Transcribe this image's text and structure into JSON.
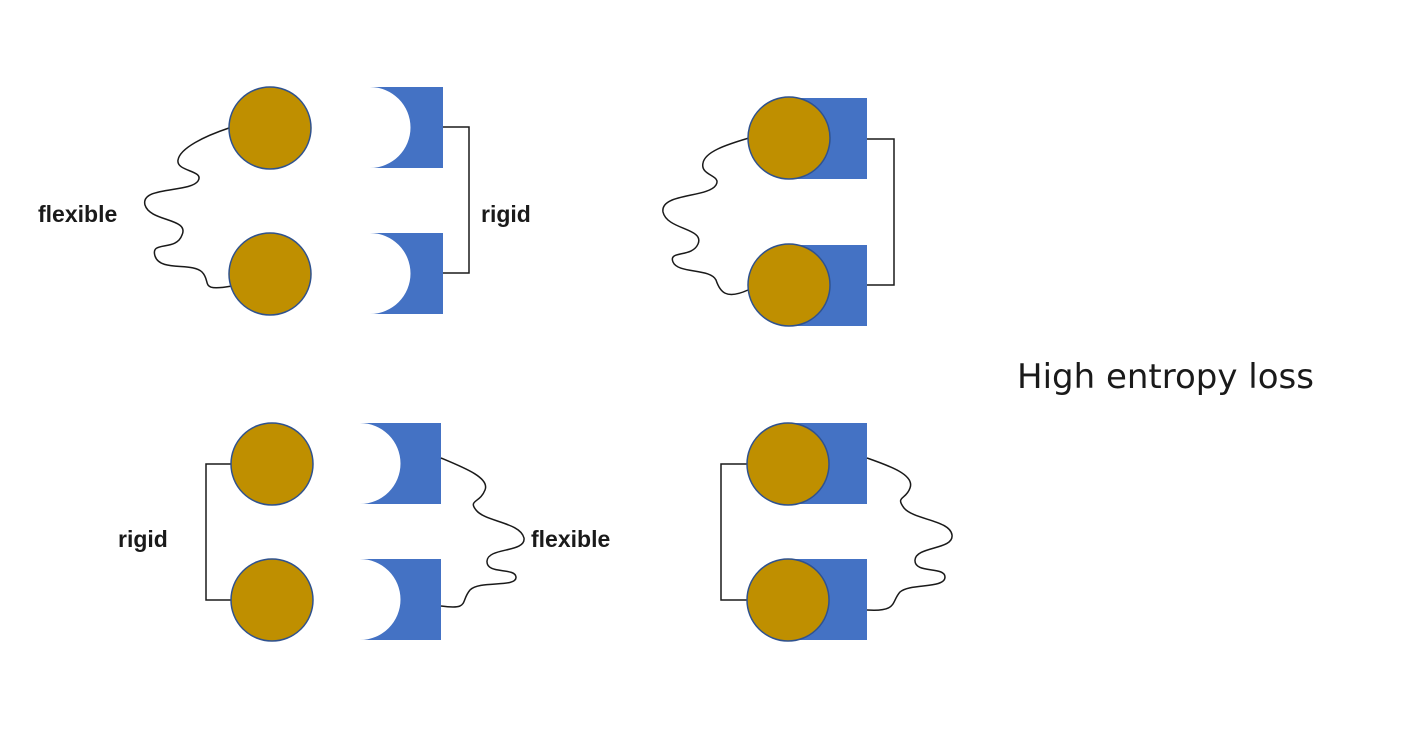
{
  "labels": {
    "top_left_linker": "flexible",
    "top_right_linker": "rigid",
    "bottom_left_linker": "rigid",
    "bottom_right_linker": "flexible",
    "side_note": "High entropy loss"
  },
  "colors": {
    "ligand_circle": "#BF8F00",
    "receptor_block": "#4472C4",
    "outline": "#2F528F",
    "line": "#1a1a1a",
    "text": "#1a1a1a"
  }
}
